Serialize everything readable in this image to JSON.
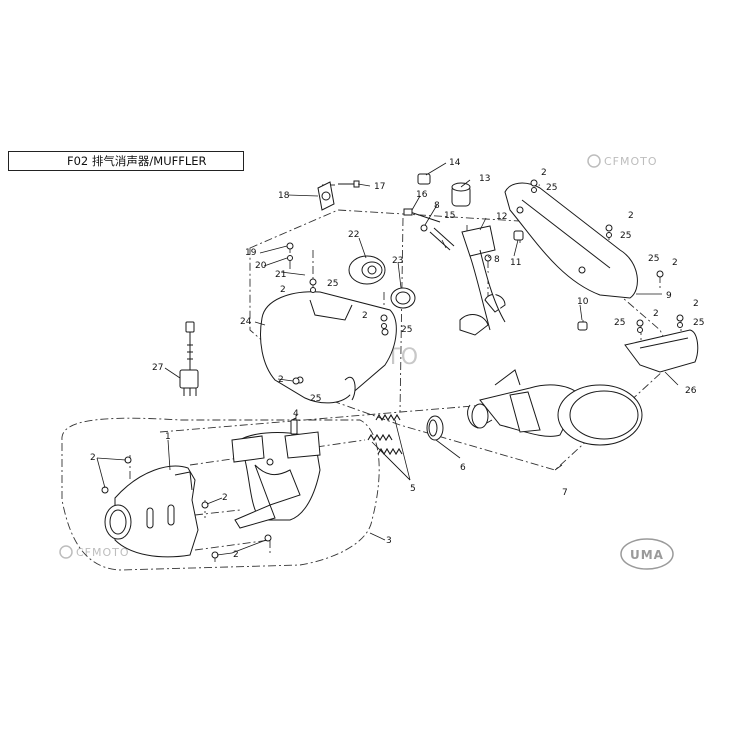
{
  "title": "F02 排气消声器/MUFFLER",
  "watermarks": {
    "brand": "CFMOTO",
    "badge": "UMA"
  },
  "colors": {
    "line": "#1a1a1a",
    "watermark": "#b8b8b8",
    "dash": "#333333"
  },
  "callouts": [
    "1",
    "2",
    "3",
    "4",
    "5",
    "6",
    "7",
    "8",
    "9",
    "10",
    "11",
    "12",
    "13",
    "14",
    "15",
    "16",
    "17",
    "18",
    "19",
    "20",
    "21",
    "22",
    "23",
    "24",
    "25",
    "26",
    "27"
  ]
}
